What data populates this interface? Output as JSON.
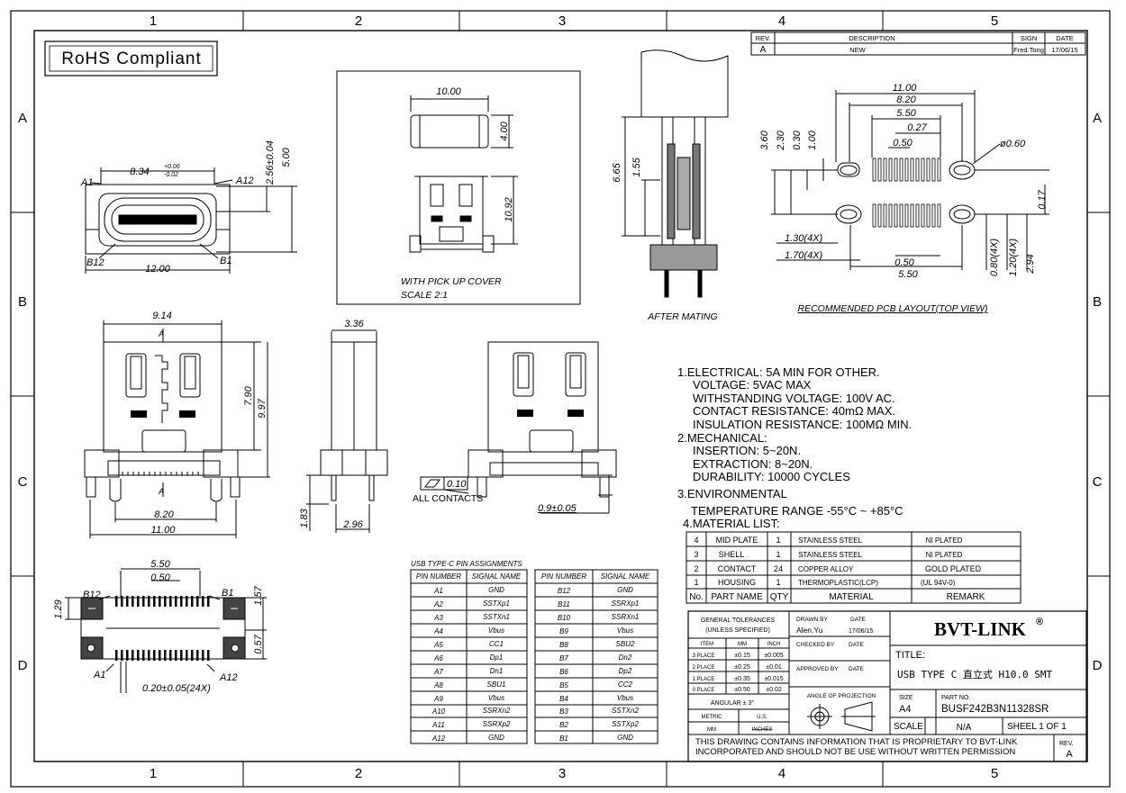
{
  "border": {
    "columns": [
      "1",
      "2",
      "3",
      "4",
      "5"
    ],
    "rows": [
      "A",
      "B",
      "C",
      "D"
    ]
  },
  "rohs": "RoHS Compliant",
  "revision": {
    "headers": [
      "REV.",
      "DESCRIPTION",
      "SIGN",
      "DATE"
    ],
    "row": [
      "A",
      "NEW",
      "Fred.Tong",
      "17/06/15"
    ]
  },
  "front_view": {
    "dims": [
      "8.34",
      "+0.06",
      "-0.02",
      "2.56±0.04",
      "5.00",
      "12.00"
    ],
    "pins": [
      "A1",
      "A12",
      "B12",
      "B1"
    ]
  },
  "pickup_view": {
    "dims": [
      "10.00",
      "4.00",
      "10.92"
    ],
    "notes": [
      "WITH PICK UP COVER",
      "SCALE 2:1"
    ]
  },
  "mating_view": {
    "dims": [
      "6.65",
      "1.55"
    ],
    "caption": "AFTER MATING"
  },
  "pcb_layout": {
    "dims_top": [
      "11.00",
      "8.20",
      "5.50",
      "0.27",
      "0.50",
      "ø0.60"
    ],
    "dims_left": [
      "3.60",
      "2.30",
      "0.30",
      "1.00"
    ],
    "dims_right": [
      "0.17",
      "2.94",
      "1.20(4X)",
      "0.80(4X)"
    ],
    "dims_bottom": [
      "1.30(4X)",
      "1.70(4X)",
      "0.50",
      "5.50"
    ],
    "caption": "RECOMMENDED PCB LAYOUT(TOP VIEW)"
  },
  "top_view": {
    "dims": [
      "9.14",
      "7.90",
      "9.97",
      "8.20",
      "11.00"
    ],
    "section": "A"
  },
  "side_view": {
    "dims": [
      "3.36",
      "1.83",
      "2.96"
    ]
  },
  "back_view": {
    "flatness": "0.10",
    "all_contacts": "ALL CONTACTS",
    "dim": "0.9±0.05"
  },
  "bottom_view": {
    "dims": [
      "5.50",
      "0.50",
      "1.29",
      "1.57",
      "0.57",
      "0.20±0.05(24X)"
    ],
    "pins": [
      "B12",
      "B1",
      "A1",
      "A12"
    ]
  },
  "specs": [
    "1.ELECTRICAL: 5A MIN FOR OTHER.",
    "VOLTAGE: 5VAC MAX",
    "WITHSTANDING VOLTAGE: 100V AC.",
    "CONTACT RESISTANCE: 40mΩ MAX.",
    "INSULATION RESISTANCE: 100MΩ MIN.",
    "2.MECHANICAL:",
    "INSERTION: 5~20N.",
    "EXTRACTION: 8~20N.",
    "DURABILITY: 10000 CYCLES",
    "3.ENVIRONMENTAL",
    "TEMPERATURE RANGE -55°C ~ +85°C",
    "4.MATERIAL LIST:"
  ],
  "materials": {
    "rows": [
      [
        "4",
        "MID PLATE",
        "1",
        "STAINLESS STEEL",
        "NI PLATED"
      ],
      [
        "3",
        "SHELL",
        "1",
        "STAINLESS STEEL",
        "NI PLATED"
      ],
      [
        "2",
        "CONTACT",
        "24",
        "COPPER ALLOY",
        "GOLD PLATED"
      ],
      [
        "1",
        "HOUSING",
        "1",
        "THERMOPLASTIC(LCP)",
        "(UL 94V-0)"
      ]
    ],
    "header": [
      "No.",
      "PART NAME",
      "QTY",
      "MATERIAL",
      "REMARK"
    ]
  },
  "pin_table": {
    "title": "USB TYPE-C PIN ASSIGNMENTS",
    "headers": [
      "PIN NUMBER",
      "SIGNAL NAME",
      "PIN NUMBER",
      "SIGNAL NAME"
    ],
    "rows": [
      [
        "A1",
        "GND",
        "B12",
        "GND"
      ],
      [
        "A2",
        "SSTXp1",
        "B11",
        "SSRXp1"
      ],
      [
        "A3",
        "SSTXn1",
        "B10",
        "SSRXn1"
      ],
      [
        "A4",
        "Vbus",
        "B9",
        "Vbus"
      ],
      [
        "A5",
        "CC1",
        "B8",
        "SBU2"
      ],
      [
        "A6",
        "Dp1",
        "B7",
        "Dn2"
      ],
      [
        "A7",
        "Dn1",
        "B6",
        "Dp2"
      ],
      [
        "A8",
        "SBU1",
        "B5",
        "CC2"
      ],
      [
        "A9",
        "Vbus",
        "B4",
        "Vbus"
      ],
      [
        "A10",
        "SSRXn2",
        "B3",
        "SSTXn2"
      ],
      [
        "A11",
        "SSRXp2",
        "B2",
        "SSTXp2"
      ],
      [
        "A12",
        "GND",
        "B1",
        "GND"
      ]
    ]
  },
  "title_block": {
    "tolerances_title": "GENERAL TOLERANCES",
    "tolerances_sub": "(UNLESS SPECIFIED)",
    "tol_headers": [
      "ITEM",
      "MM",
      "INCH"
    ],
    "tol_rows": [
      [
        "3 PLACE",
        "±0.15",
        "±0.005"
      ],
      [
        "2 PLACE",
        "±0.25",
        "±0.01"
      ],
      [
        "1 PLACE",
        "±0.35",
        "±0.015"
      ],
      [
        "0 PLACE",
        "±0.50",
        "±0.02"
      ]
    ],
    "angular": "ANGULAR ± 3°",
    "metric": "METRIC",
    "us": "U.S.",
    "mm": "MM",
    "inches": "INCHES",
    "drawn_by": "DRAWN BY",
    "date": "DATE",
    "drawer": "Alen.Yu",
    "drawn_date": "17/06/15",
    "checked_by": "CHECKED BY",
    "approved_by": "APPROVED BY",
    "projection": "ANGLE OF PROJECTION",
    "company": "BVT-LINK",
    "registered": "®",
    "title_label": "TITLE:",
    "title_value": "USB TYPE C 直立式 H10.0 SMT",
    "size_label": "SIZE",
    "size_value": "A4",
    "partno_label": "PART NO.",
    "partno_value": "BUSF242B3N11328SR",
    "scale_label": "SCALE",
    "scale_value": "N/A",
    "sheet_value": "SHEEL 1 OF 1",
    "notice1": "THIS DRAWING CONTAINS INFORMATION THAT IS PROPRIETARY TO BVT-LINK",
    "notice2": "INCORPORATED AND SHOULD NOT BE USE WITHOUT WRITTEN PERMISSION",
    "rev_label": "REV.",
    "rev_value": "A"
  }
}
